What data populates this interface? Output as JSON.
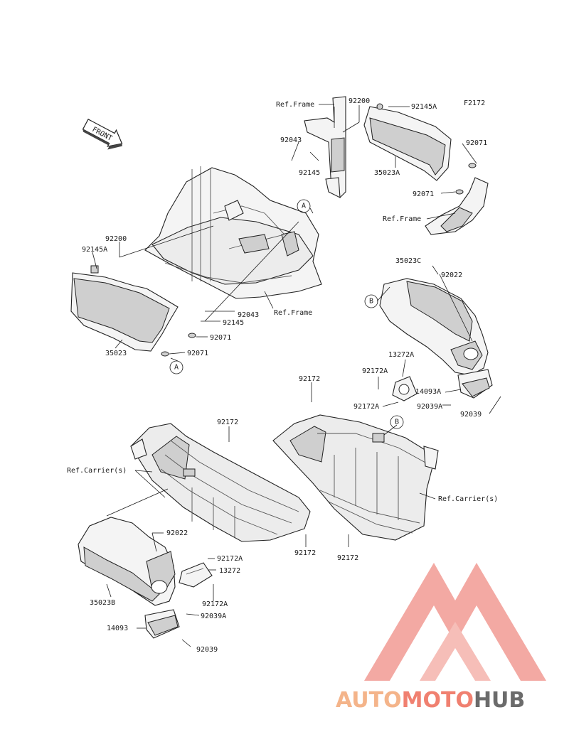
{
  "diagram": {
    "code": "F2172",
    "front_arrow": "FRONT",
    "labels": {
      "ref_frame_top": "Ref.Frame",
      "p92200_top": "92200",
      "p92145A_top": "92145A",
      "p92043_top": "92043",
      "p92145_top": "92145",
      "p35023A": "35023A",
      "p92071_top_right": "92071",
      "p92071_top_mid": "92071",
      "ref_frame_mid": "Ref.Frame",
      "p92200_left": "92200",
      "p92145A_left": "92145A",
      "p92043_left": "92043",
      "p92145_left": "92145",
      "ref_frame_left": "Ref.Frame",
      "p92071_left_1": "92071",
      "p92071_left_2": "92071",
      "p35023": "35023",
      "p35023C": "35023C",
      "p92022_right": "92022",
      "p13272A": "13272A",
      "p92172A_right_1": "92172A",
      "p92172A_right_2": "92172A",
      "p14093A": "14093A",
      "p92039A_right": "92039A",
      "p92039_right": "92039",
      "p92172_center_top": "92172",
      "p92172_left_top": "92172",
      "ref_carrier_left": "Ref.Carrier(s)",
      "ref_carrier_right": "Ref.Carrier(s)",
      "p92172_center_bottom": "92172",
      "p92172_right_bottom": "92172",
      "p92022_left": "92022",
      "p92172A_left_1": "92172A",
      "p13272": "13272",
      "p92172A_left_2": "92172A",
      "p92039A_left": "92039A",
      "p35023B": "35023B",
      "p14093": "14093",
      "p92039_left": "92039"
    },
    "callouts": {
      "A_top": "A",
      "A_bottom": "A",
      "B_left": "B",
      "B_right": "B"
    }
  },
  "watermark": {
    "word_part1": "AUTO",
    "word_part2": "MOTO",
    "word_part3": "HUB",
    "color_light": "#f4b48a",
    "color_mid": "#f08070",
    "color_dark": "#6b6b6b",
    "logo_color": "#f08a80"
  }
}
